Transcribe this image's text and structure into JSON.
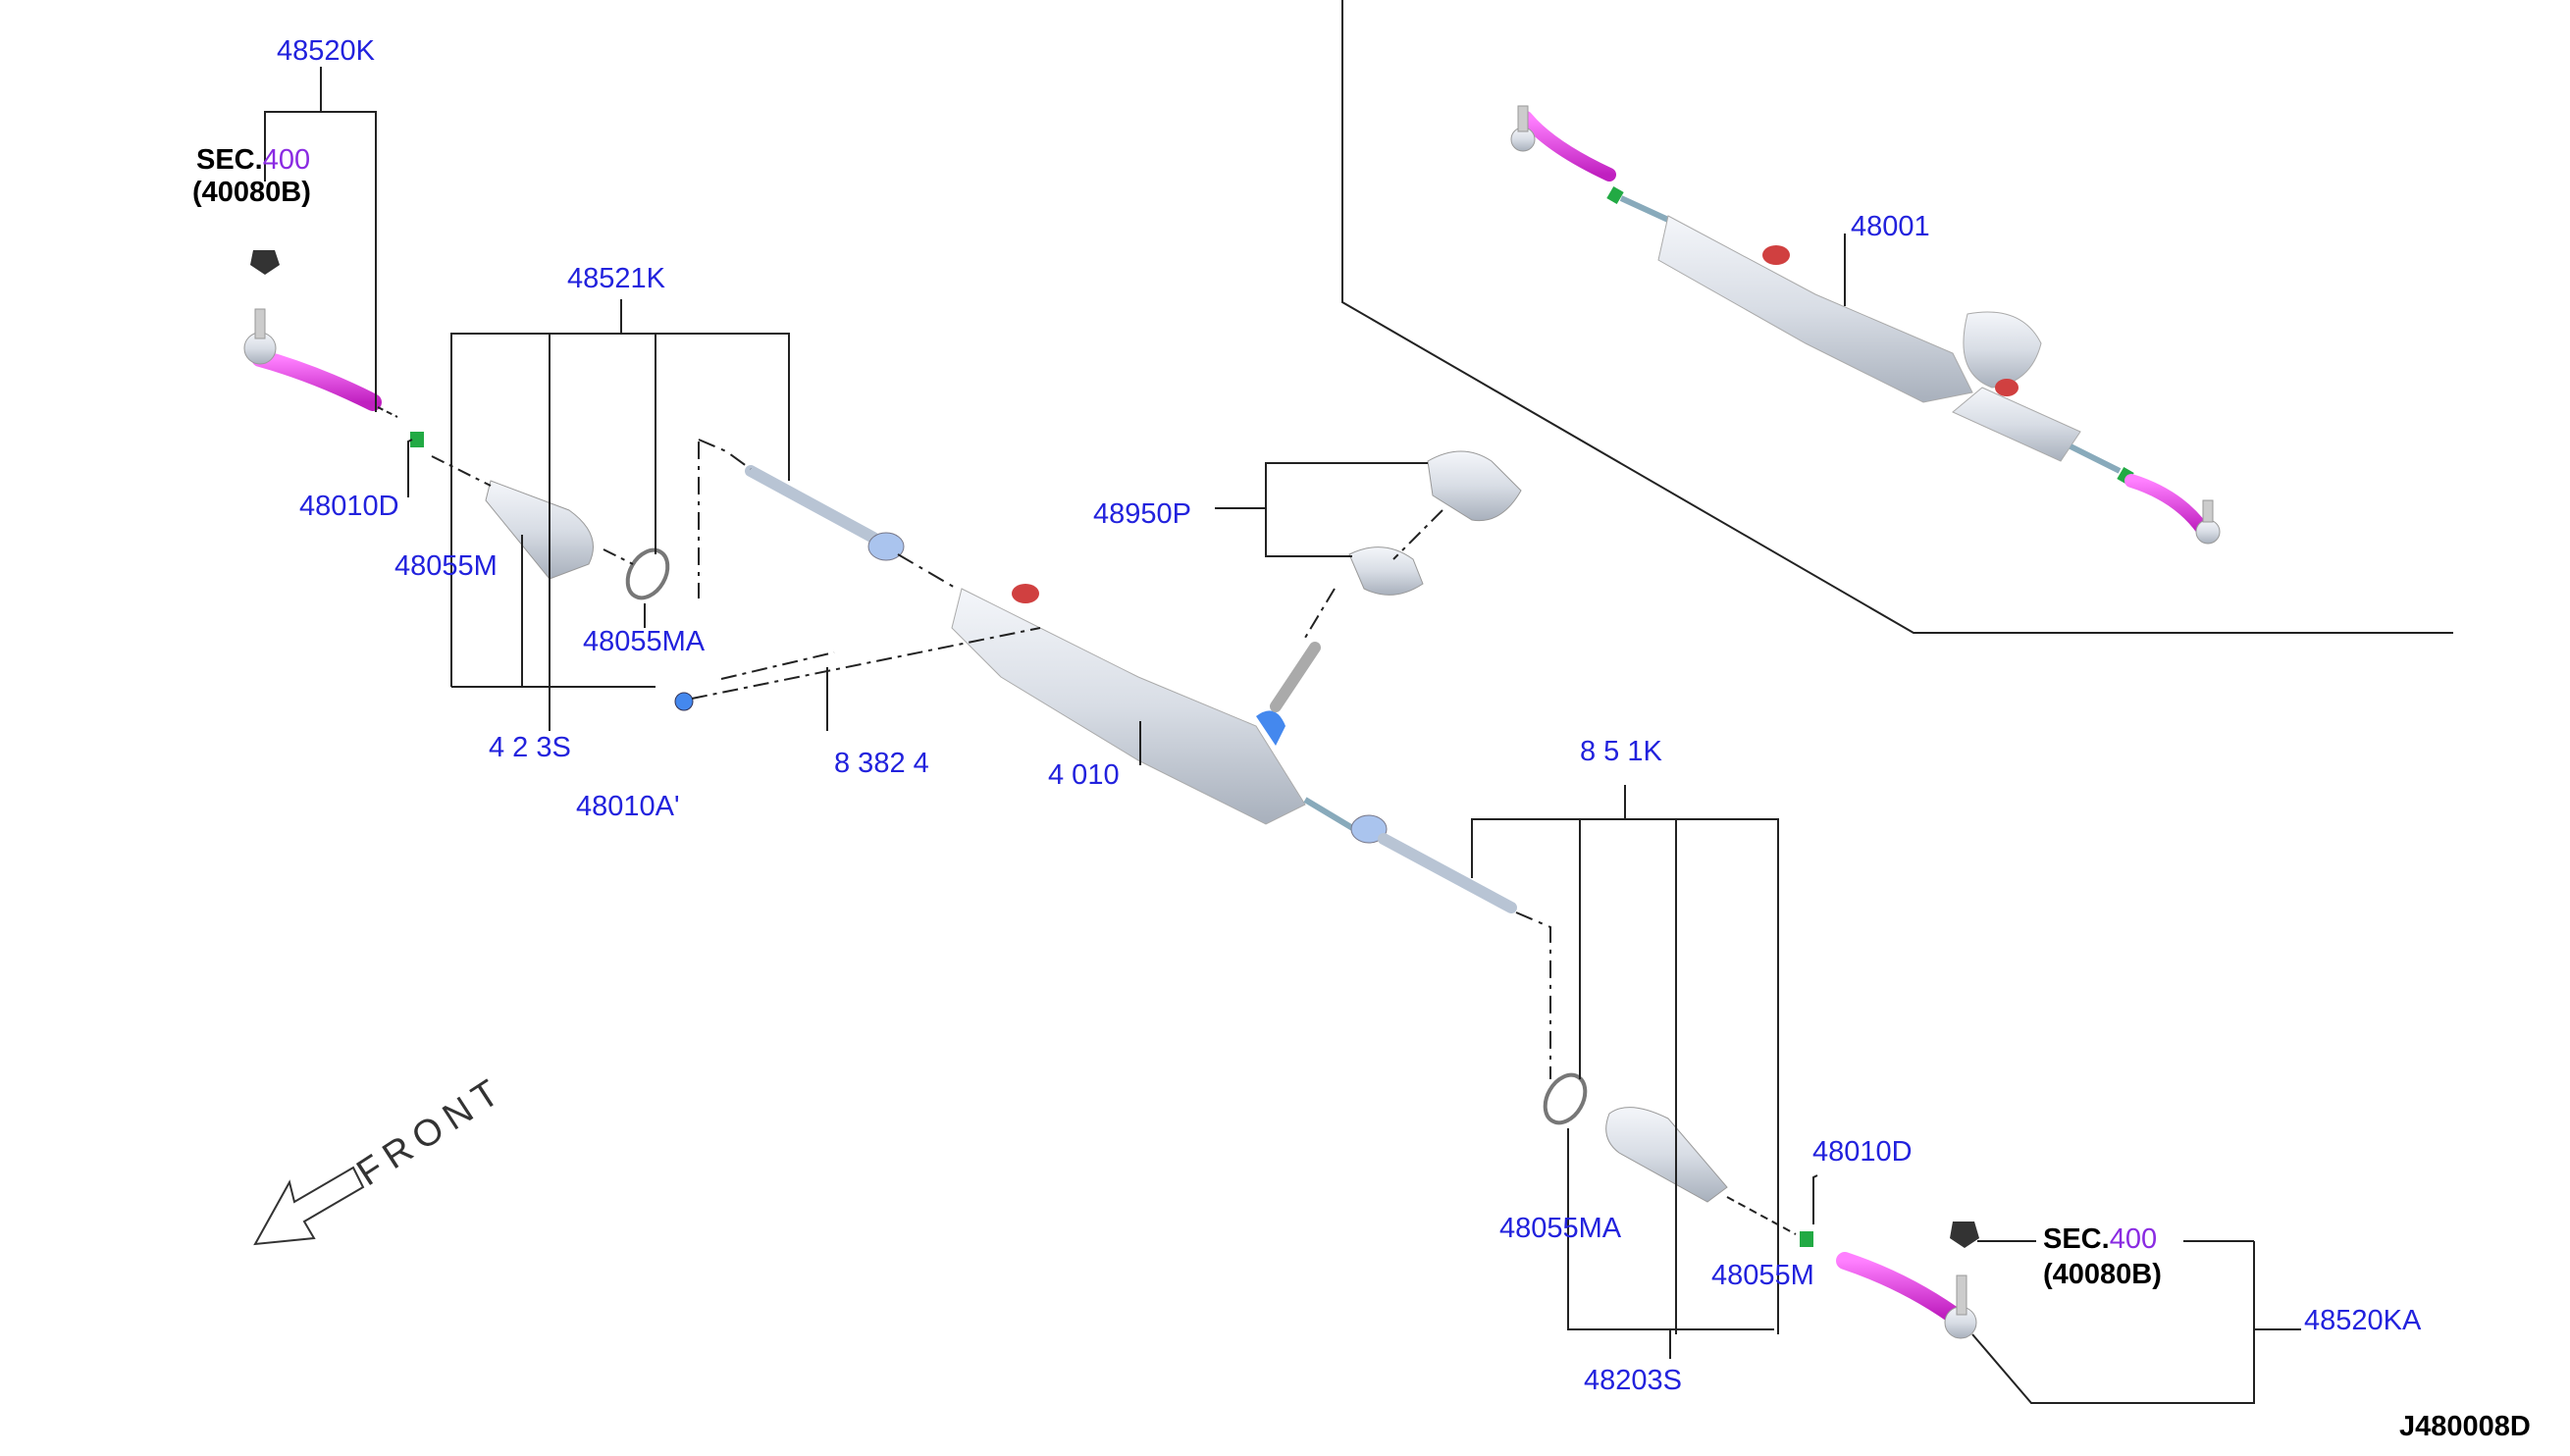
{
  "diagram_code": "J480008D",
  "front_label": "FRONT",
  "section_ref": {
    "prefix": "SEC.",
    "number": "400",
    "part": "(40080B)"
  },
  "labels": {
    "tie_rod_end_left": "48520K",
    "tie_rod_end_right": "48520KA",
    "inner_socket_kit_left": "48521K",
    "inner_socket_kit_right": "8 5 1K",
    "lock_nut_left": "48010D",
    "lock_nut_right": "48010D",
    "boot_band_left": "48055M",
    "boot_band_right": "48055M",
    "boot_clamp_left": "48055MA",
    "boot_clamp_right": "48055MA",
    "boot_kit_left": "4 2 3S",
    "boot_kit_right": "48203S",
    "bolt": "48010A",
    "bolt_suffix": "'",
    "mount_insulator": "8 382 4",
    "gear_housing": "4 010",
    "seal_kit": "48950P",
    "gear_assembly": "48001"
  },
  "colors": {
    "label_blue": "#2222dd",
    "sec_purple": "#8a2be2",
    "tie_rod_magenta": "#e040e0",
    "nut_green": "#22aa44",
    "seal_red": "#d04040",
    "boot_blue": "#4488ee"
  }
}
